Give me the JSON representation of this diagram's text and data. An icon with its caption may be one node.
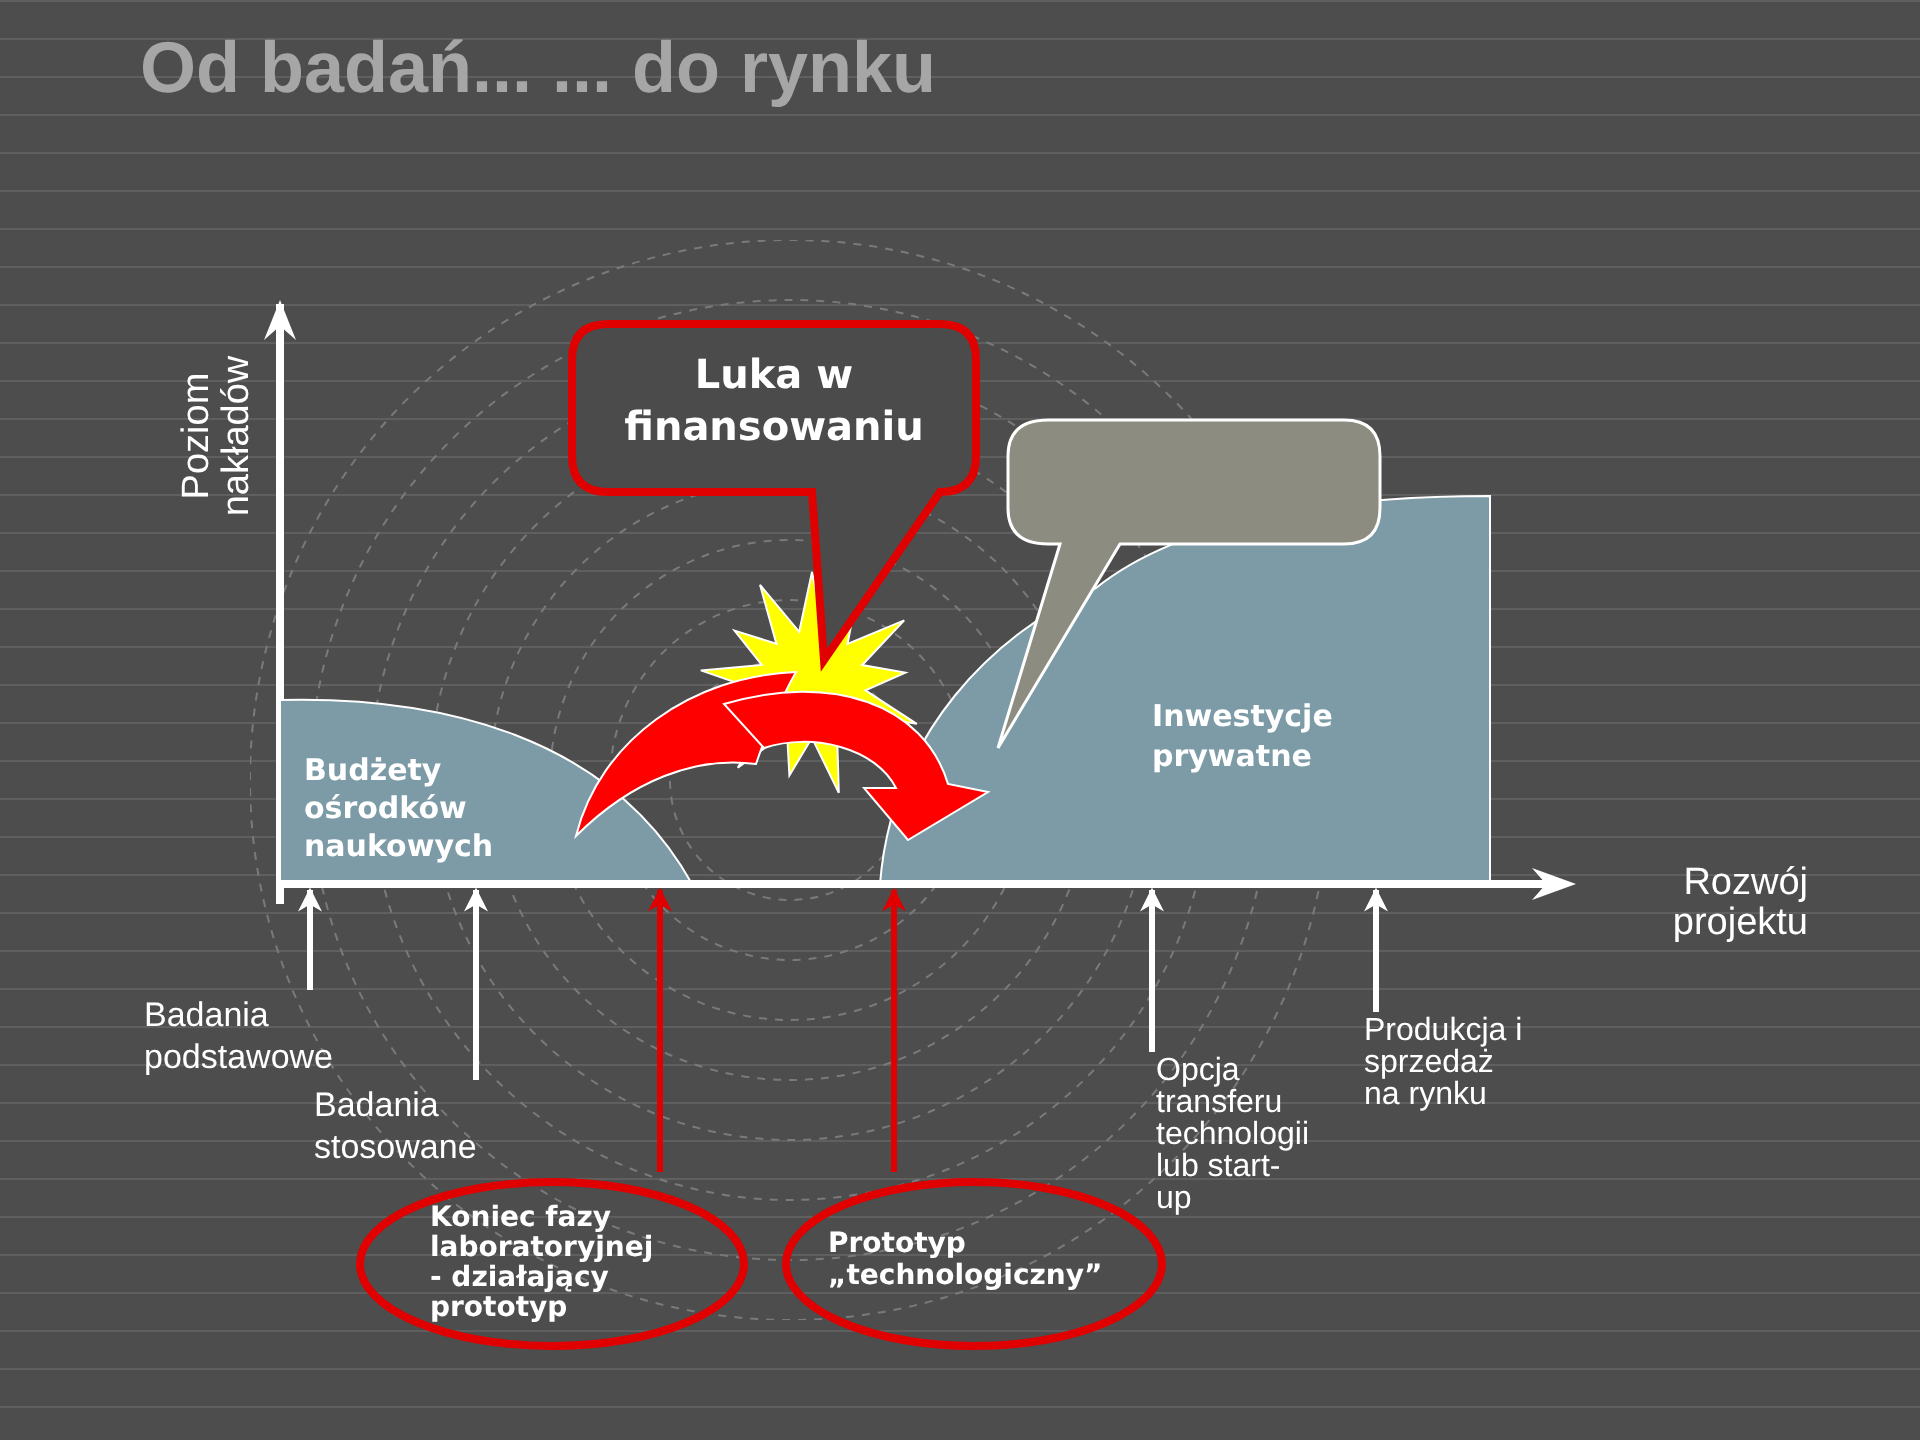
{
  "diagram": {
    "title": "Od badań... ... do rynku",
    "nodes": [
      {
        "text": [
          "Luka w finansowaniu"
        ]
      },
      {
        "text": [],
        "shape": "callout"
      },
      {
        "text": [
          "Budżety ośrodków naukowych"
        ]
      },
      {
        "text": [],
        "shape": "star"
      },
      {
        "text": [
          "Inwestycje prywatne"
        ]
      },
      {
        "text": [
          "Badania podstawowe"
        ]
      },
      {
        "text": [
          "Badania stosowane"
        ]
      },
      {
        "text": [
          "Koniec fazy laboratoryjnej - działający prototyp"
        ]
      },
      {
        "text": [
          "Prototyp „technologiczny”"
        ]
      },
      {
        "text": [
          "Opcja transferu technologii lub start-up"
        ]
      },
      {
        "text": [
          "Produkcja i sprzedaż na rynku"
        ]
      }
    ],
    "edges": [
      {
        "from": 5,
        "to": 2,
        "arrow": "to"
      },
      {
        "from": 6,
        "to": 2,
        "arrow": "to"
      },
      {
        "from": 7,
        "to": 2,
        "arrow": "to",
        "color": "#e00000"
      },
      {
        "from": 8,
        "to": 4,
        "arrow": "to",
        "color": "#e00000"
      },
      {
        "from": 9,
        "to": 4,
        "arrow": "to"
      },
      {
        "from": 10,
        "to": 4,
        "arrow": "to"
      }
    ],
    "labels": [
      "Poziom nakładów",
      "Rozwój projektu"
    ]
  }
}
